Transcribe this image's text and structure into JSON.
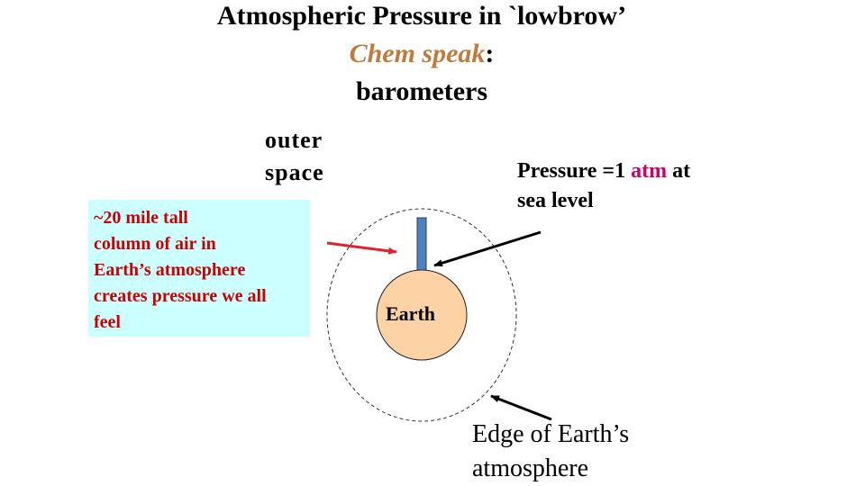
{
  "title": {
    "line1": "Atmospheric Pressure in `lowbrow’",
    "line2_highlight": "Chem speak",
    "line2_suffix": ":",
    "line3": "barometers"
  },
  "outer_space": {
    "line1": "outer",
    "line2": "space"
  },
  "info_box": {
    "lines": [
      "~20 mile tall",
      "column of air in",
      "Earth’s atmosphere",
      "creates pressure we all",
      "feel"
    ]
  },
  "pressure_label": {
    "prefix": "Pressure =1 ",
    "unit": "atm",
    "suffix": " at",
    "line2": "sea level"
  },
  "earth_label": "Earth",
  "edge_label": {
    "line1": "Edge of Earth’s",
    "line2": "atmosphere"
  },
  "colors": {
    "title_accent": "#c07a3c",
    "info_box_bg": "#ccffff",
    "info_box_text": "#cc0000",
    "atm_unit": "#cc0066",
    "earth_fill": "#fdd3a6",
    "column_fill": "#4f81bd",
    "red_arrow": "#e0202a"
  }
}
